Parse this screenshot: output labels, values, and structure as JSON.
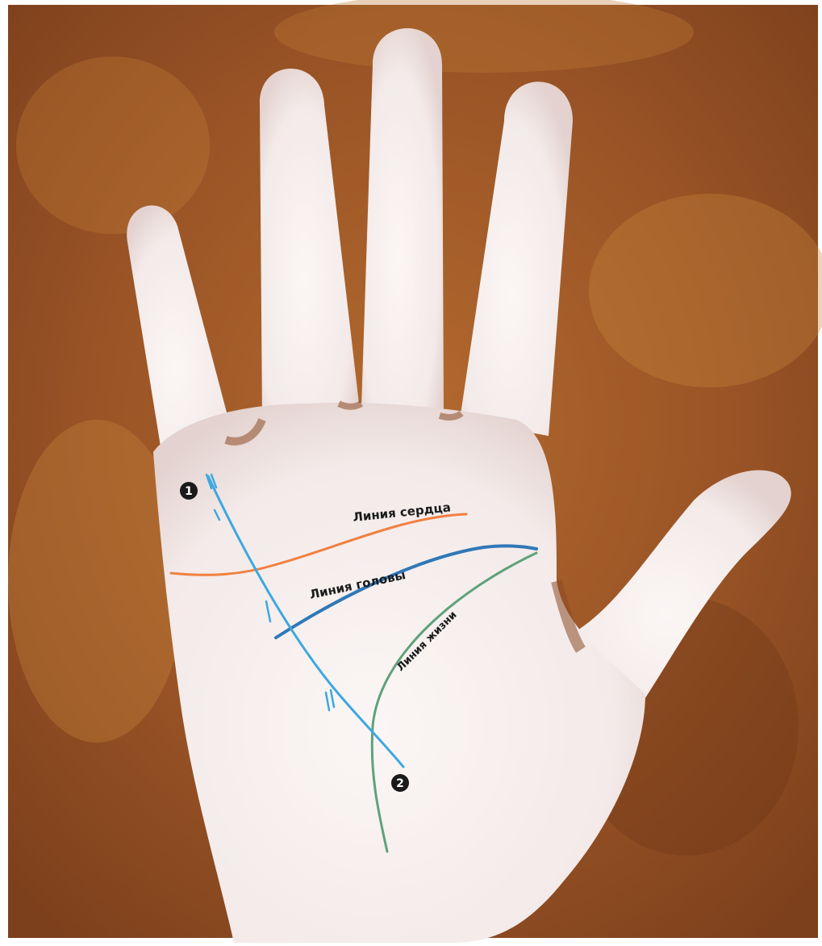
{
  "colors": {
    "background_dark": "#8c4a22",
    "background_light": "#b8702f",
    "skin": "#f6efee",
    "skin_shadow": "#e6d7d4",
    "heart_line": "#f08040",
    "head_line": "#2f78b8",
    "life_line": "#5ea27a",
    "fate_line": "#3da8e0",
    "marker": "#1a1a1a",
    "label_text": "#1a1a1a"
  },
  "labels": {
    "heart_line": "Линия сердца",
    "head_line": "Линия головы",
    "life_line": "Линия жизни"
  },
  "markers": {
    "start": "1",
    "end": "2"
  }
}
